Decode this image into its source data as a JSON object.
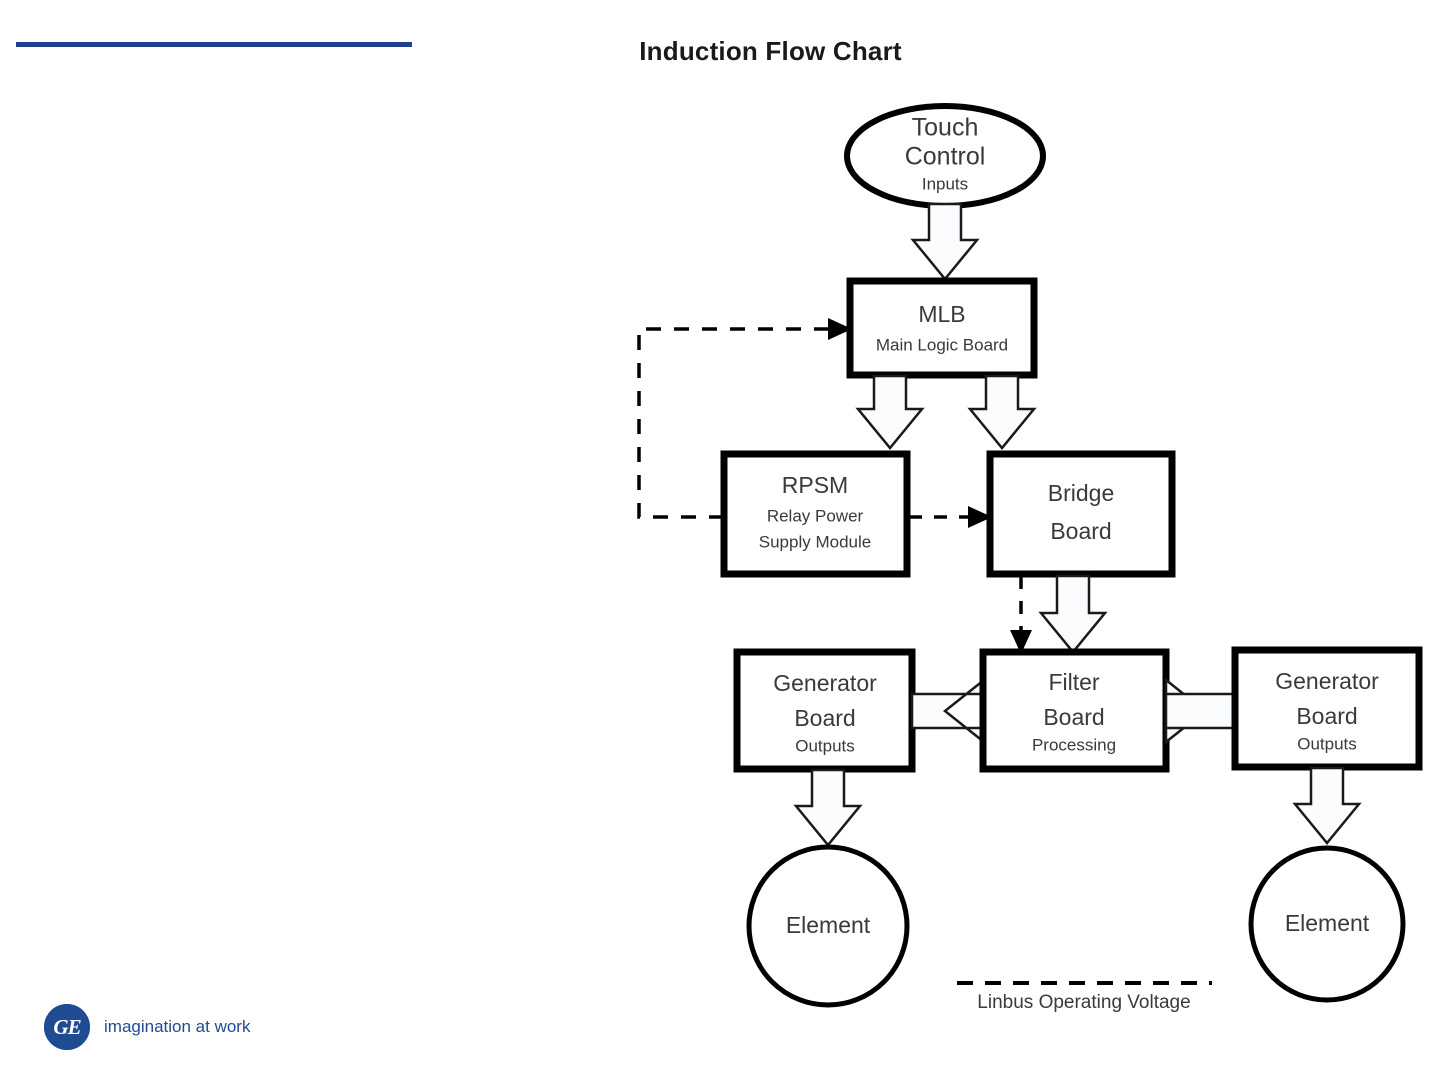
{
  "slide": {
    "title": "Induction Flow Chart",
    "rule_color": "#1f3f8f"
  },
  "footer": {
    "logo_letters": "GE",
    "tagline": "imagination at work",
    "brand_color": "#1f4b93"
  },
  "chart_data": {
    "type": "diagram",
    "title": "Induction Flow Chart",
    "nodes": [
      {
        "id": "touch-control",
        "shape": "ellipse",
        "line1": "Touch",
        "line2": "Control",
        "sub": "Inputs"
      },
      {
        "id": "mlb",
        "shape": "rectangle",
        "line1": "MLB",
        "sub": "Main Logic Board"
      },
      {
        "id": "rpsm",
        "shape": "rectangle",
        "line1": "RPSM",
        "line2": "Relay Power",
        "line3": "Supply Module"
      },
      {
        "id": "bridge-board",
        "shape": "rectangle",
        "line1": "Bridge",
        "line2": "Board"
      },
      {
        "id": "generator-board-left",
        "shape": "rectangle",
        "line1": "Generator",
        "line2": "Board",
        "sub": "Outputs"
      },
      {
        "id": "filter-board",
        "shape": "rectangle",
        "line1": "Filter",
        "line2": "Board",
        "sub": "Processing"
      },
      {
        "id": "generator-board-right",
        "shape": "rectangle",
        "line1": "Generator",
        "line2": "Board",
        "sub": "Outputs"
      },
      {
        "id": "element-left",
        "shape": "circle",
        "line1": "Element"
      },
      {
        "id": "element-right",
        "shape": "circle",
        "line1": "Element"
      }
    ],
    "edges": [
      {
        "from": "touch-control",
        "to": "mlb",
        "style": "block-arrow",
        "direction": "down"
      },
      {
        "from": "mlb",
        "to": "rpsm",
        "style": "block-arrow",
        "direction": "down"
      },
      {
        "from": "mlb",
        "to": "bridge-board",
        "style": "block-arrow",
        "direction": "down"
      },
      {
        "from": "rpsm",
        "to": "mlb",
        "style": "dashed",
        "direction": "feedback-left-up"
      },
      {
        "from": "rpsm",
        "to": "bridge-board",
        "style": "dashed",
        "direction": "right"
      },
      {
        "from": "bridge-board",
        "to": "filter-board",
        "style": "dashed",
        "direction": "down"
      },
      {
        "from": "bridge-board",
        "to": "filter-board",
        "style": "block-arrow",
        "direction": "down"
      },
      {
        "from": "filter-board",
        "to": "generator-board-left",
        "style": "block-arrow",
        "direction": "left"
      },
      {
        "from": "filter-board",
        "to": "generator-board-right",
        "style": "block-arrow",
        "direction": "right"
      },
      {
        "from": "generator-board-left",
        "to": "element-left",
        "style": "block-arrow",
        "direction": "down"
      },
      {
        "from": "generator-board-right",
        "to": "element-right",
        "style": "block-arrow",
        "direction": "down"
      }
    ],
    "legend": [
      {
        "style": "dashed",
        "label": "Linbus Operating Voltage"
      }
    ]
  }
}
